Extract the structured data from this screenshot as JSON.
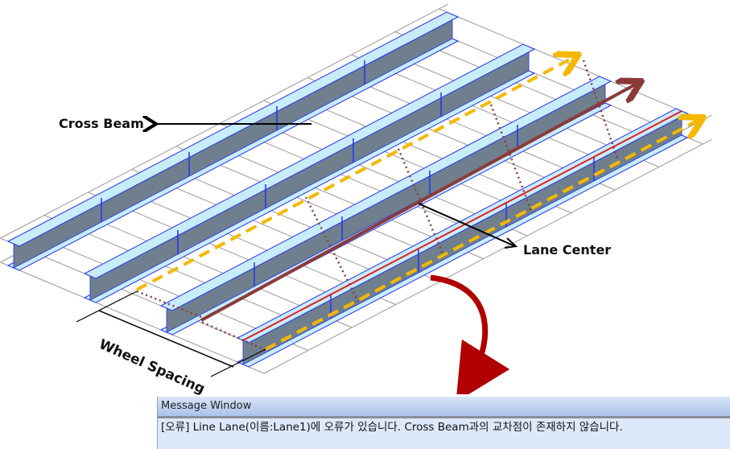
{
  "labels": {
    "cross_beam": "Cross Beam",
    "lane_center": "Lane Center",
    "wheel_spacing": "Wheel Spacing"
  },
  "message_window": {
    "title": "Message Window",
    "message": "[오류] Line Lane(이름:Lane1)에 오류가 있습니다. Cross Beam과의 교차점이 존재하지 않습니다."
  },
  "colors": {
    "flange": "#c9ecfb",
    "web": "#6f7f8e",
    "outline": "#2233ee",
    "wheel_line": "#f5b800",
    "lane_center": "#8b3a3a",
    "error_line": "#e02020"
  }
}
